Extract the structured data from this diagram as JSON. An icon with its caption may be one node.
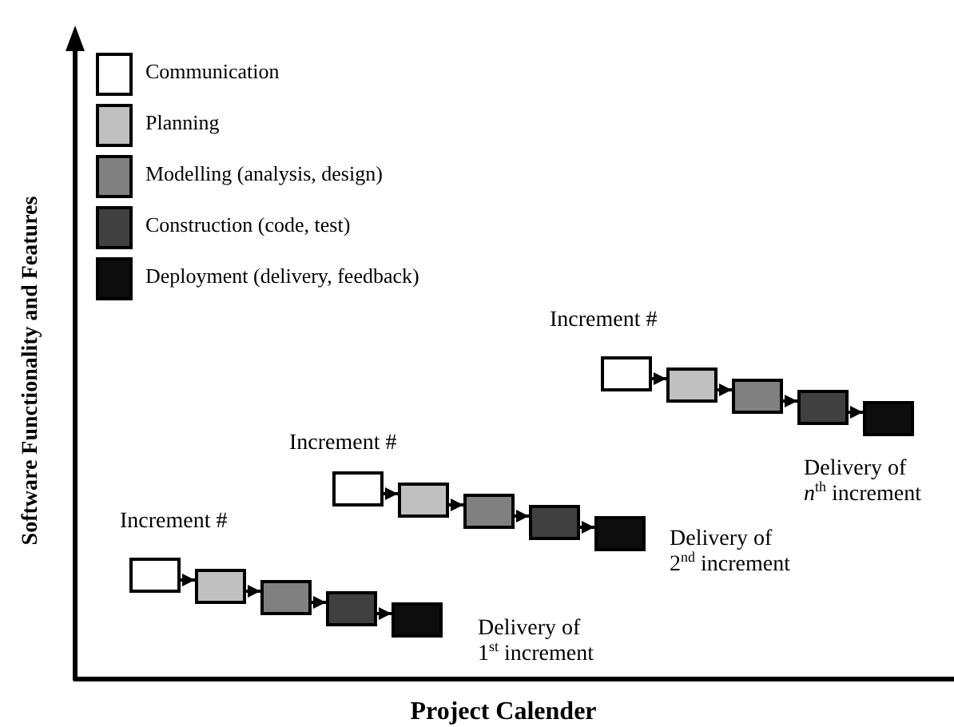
{
  "diagram": {
    "nodes": [
      {
        "text": [],
        "shape": "box"
      },
      {
        "text": [],
        "shape": "box"
      },
      {
        "text": [],
        "shape": "box"
      },
      {
        "text": [],
        "shape": "box"
      },
      {
        "text": [],
        "shape": "box"
      },
      {
        "text": [],
        "shape": "box"
      },
      {
        "text": [],
        "shape": "box"
      },
      {
        "text": [],
        "shape": "box"
      },
      {
        "text": [],
        "shape": "box"
      },
      {
        "text": [],
        "shape": "box"
      },
      {
        "text": [],
        "shape": "box"
      },
      {
        "text": [],
        "shape": "box"
      },
      {
        "text": [],
        "shape": "box"
      },
      {
        "text": [],
        "shape": "box"
      },
      {
        "text": [],
        "shape": "box"
      }
    ],
    "edges": [
      {
        "from": 0,
        "to": 1,
        "arrow": "to"
      },
      {
        "from": 1,
        "to": 2,
        "arrow": "to"
      },
      {
        "from": 2,
        "to": 3,
        "arrow": "to"
      },
      {
        "from": 3,
        "to": 4,
        "arrow": "to"
      },
      {
        "from": 5,
        "to": 6,
        "arrow": "to"
      },
      {
        "from": 6,
        "to": 7,
        "arrow": "to"
      },
      {
        "from": 7,
        "to": 8,
        "arrow": "to"
      },
      {
        "from": 8,
        "to": 9,
        "arrow": "to"
      },
      {
        "from": 10,
        "to": 11,
        "arrow": "to"
      },
      {
        "from": 11,
        "to": 12,
        "arrow": "to"
      },
      {
        "from": 12,
        "to": 13,
        "arrow": "to"
      },
      {
        "from": 13,
        "to": 14,
        "arrow": "to"
      }
    ],
    "labels": [
      "Increment #",
      "Delivery of *n*$^{th}$ increment",
      "Increment #",
      "Delivery of 2$^{nd}$ increment",
      "Increment #",
      "Delivery of 1$^{st}$ increment",
      "Software Functionality and Features",
      "Project Calender"
    ],
    "legend": [
      {
        "text": "Communication",
        "color": "#ffffff"
      },
      {
        "text": "Planning",
        "color": "#c0c0c0"
      },
      {
        "text": "Modelling (analysis, design)",
        "color": "#808080"
      },
      {
        "text": "Construction (code, test)",
        "color": "#404040"
      },
      {
        "text": "Deployment (delivery, feedback)",
        "color": "#0d0d0d"
      }
    ]
  }
}
